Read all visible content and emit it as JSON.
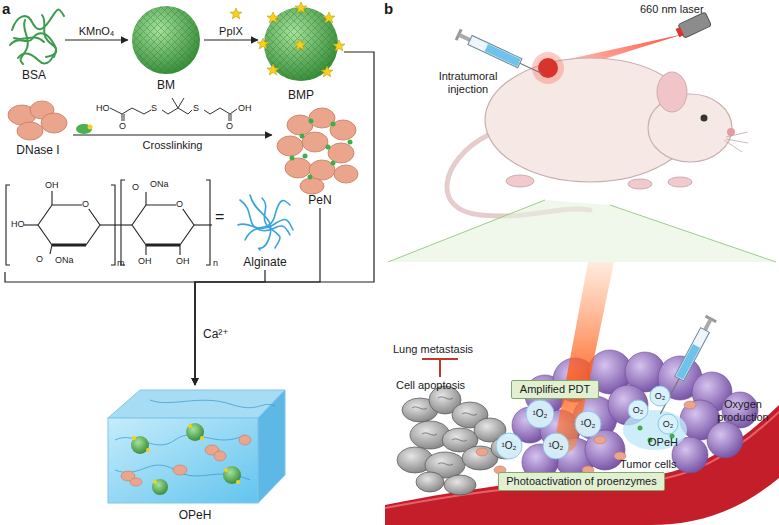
{
  "diagram": {
    "nodes": [
      {
        "text": [
          "BSA"
        ]
      },
      {
        "text": [
          "BM"
        ]
      },
      {
        "text": [
          "BMP"
        ]
      },
      {
        "text": [
          "DNase I"
        ]
      },
      {
        "text": [
          "PeN"
        ]
      },
      {
        "text": [
          "Alginate"
        ]
      },
      {
        "text": [
          "OPeH"
        ]
      },
      {
        "text": [
          "Amplified PDT"
        ]
      },
      {
        "text": [
          "Photoactivation of proenzymes"
        ]
      }
    ],
    "edges": [
      {
        "from": 0,
        "to": 1,
        "arrow": "to",
        "label": "KMnO₄"
      },
      {
        "from": 1,
        "to": 2,
        "arrow": "to",
        "label": "PpIX"
      },
      {
        "from": 3,
        "to": 4,
        "arrow": "to",
        "label": "Crosslinking"
      },
      {
        "from": 2,
        "to": 6,
        "arrow": "to"
      },
      {
        "from": 4,
        "to": 6,
        "arrow": "to"
      },
      {
        "from": 5,
        "to": 6,
        "arrow": "to"
      }
    ],
    "labels": [
      "a",
      "HO",
      "S",
      "S",
      "OH",
      "O",
      "O",
      "OH",
      "HO",
      "O",
      "O",
      "ONa",
      "m",
      "O",
      "ONa",
      "OH",
      "O",
      "OH",
      "n",
      "=",
      "Ca²⁺",
      "b",
      "660 nm laser",
      "Intratumoral injection",
      "Lung metastasis",
      "Cell apoptosis",
      "¹O₂",
      "¹O₂",
      "¹O₂",
      "¹O₂",
      "O₂",
      "O₂",
      "O₂",
      "Oxygen production",
      "OPeH",
      "Tumor cells"
    ]
  }
}
